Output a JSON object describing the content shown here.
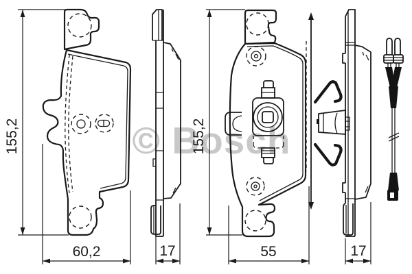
{
  "watermark": "© Bosch",
  "dimensions": {
    "pad_a_front": {
      "height": "155,2",
      "width": "60,2"
    },
    "pad_a_side": {
      "width": "17"
    },
    "pad_b_front": {
      "height": "155,2",
      "width": "55"
    },
    "pad_b_side": {
      "width": "17"
    }
  },
  "colors": {
    "line": "#1a1a1a",
    "watermark": "#c8c8c8",
    "background": "#ffffff"
  }
}
